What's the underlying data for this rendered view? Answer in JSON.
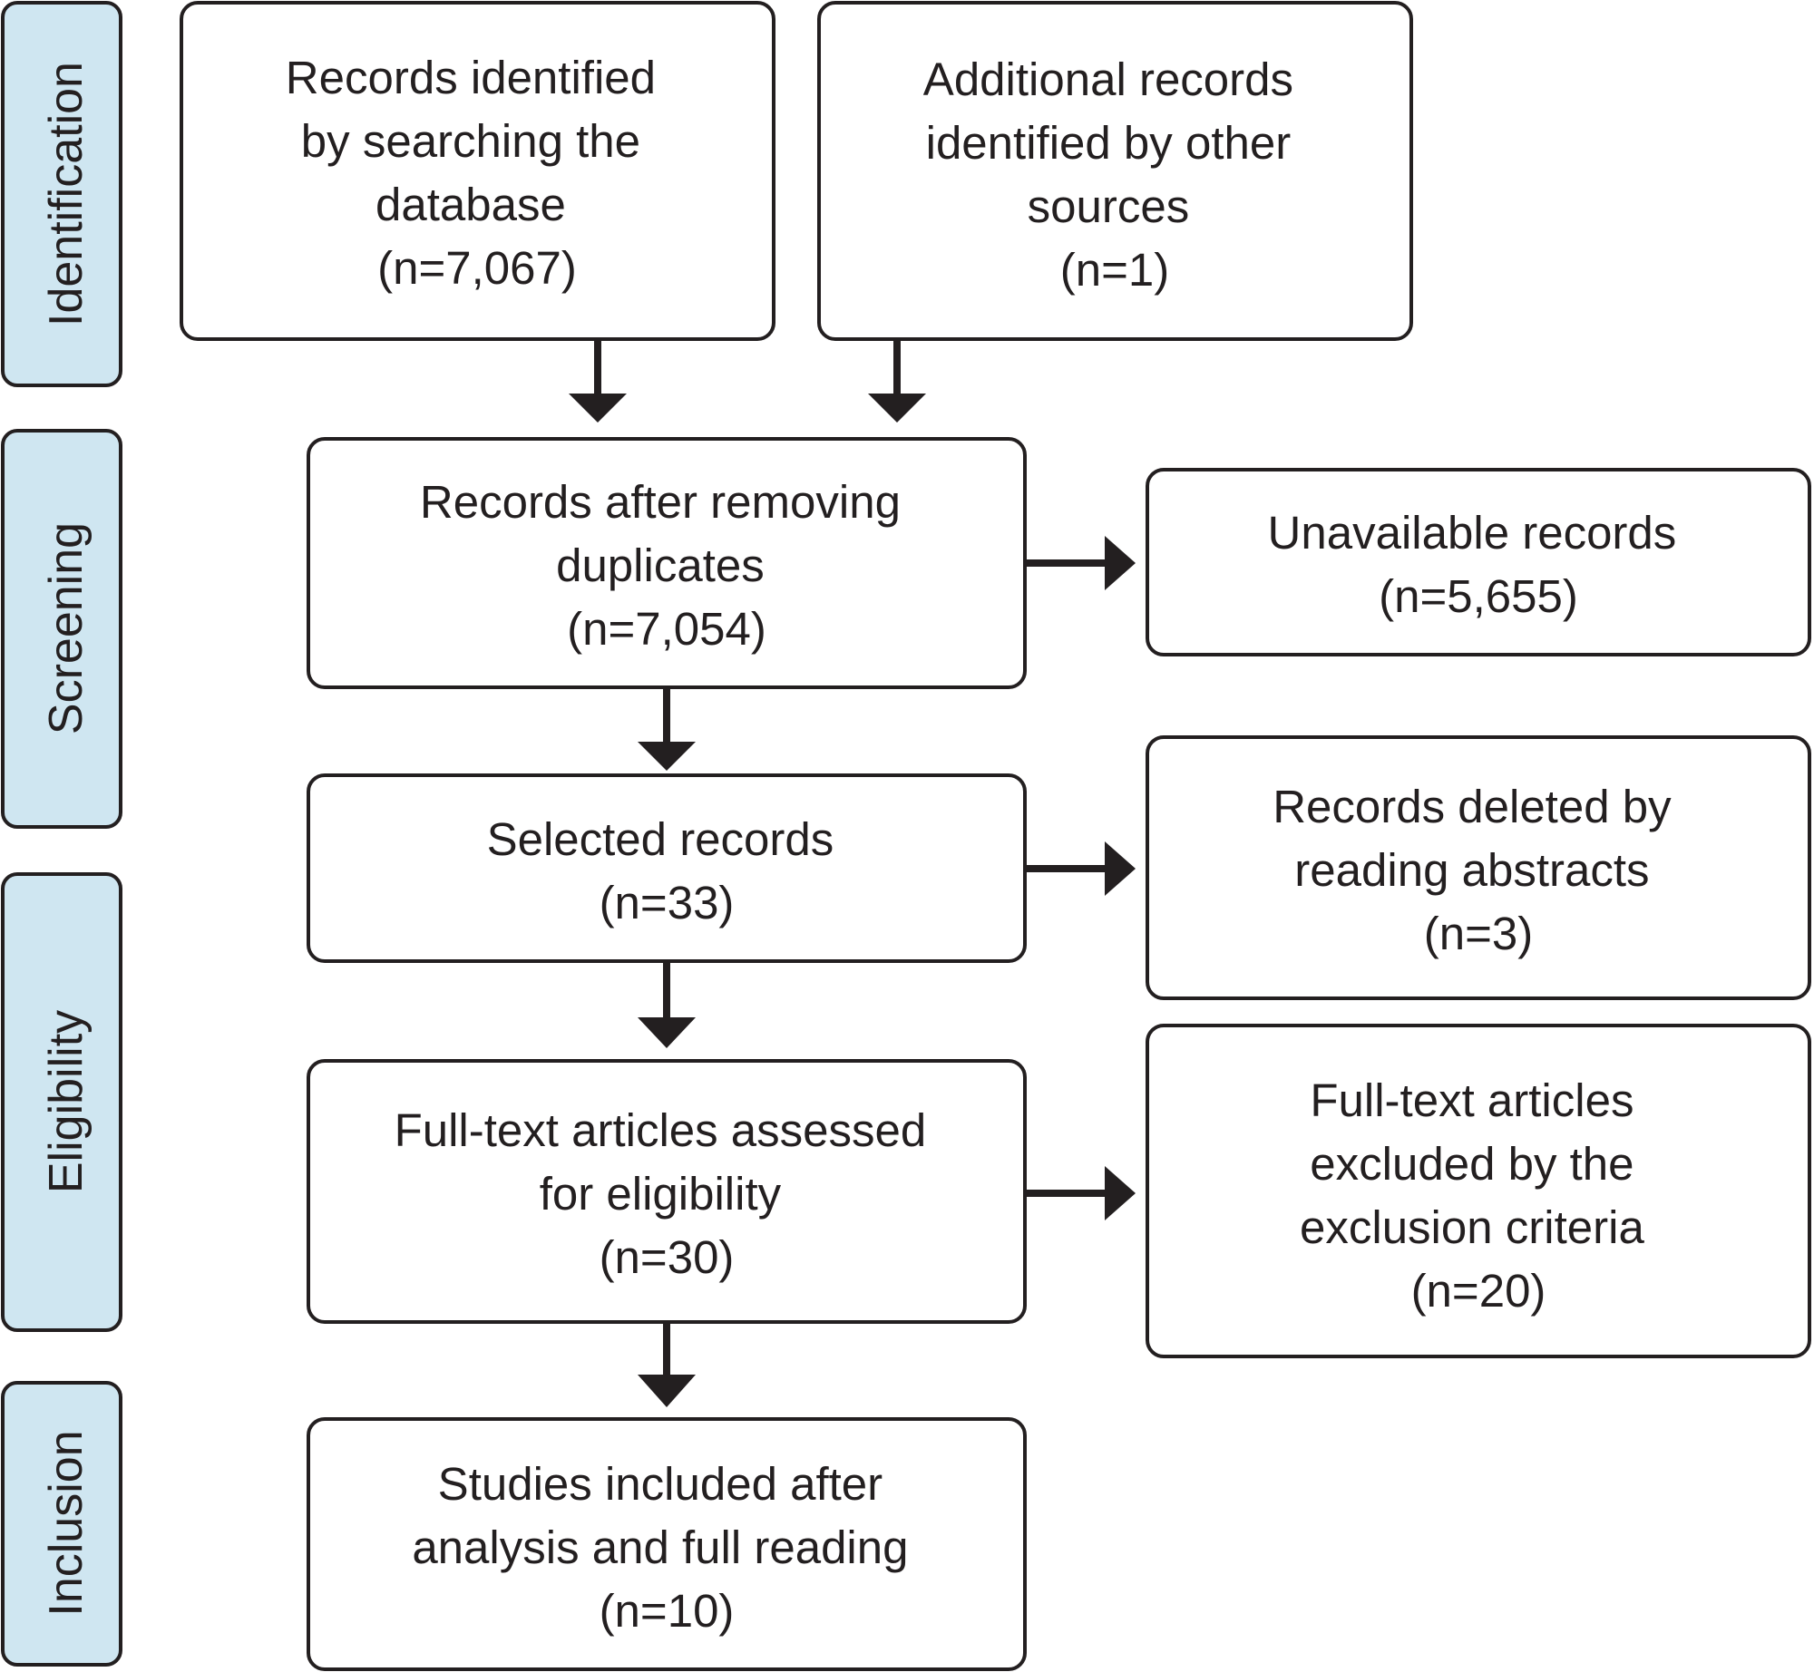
{
  "stages": [
    {
      "id": "identification",
      "label": "Identification"
    },
    {
      "id": "screening",
      "label": "Screening"
    },
    {
      "id": "eligibility",
      "label": "Eligibility"
    },
    {
      "id": "inclusion",
      "label": "Inclusion"
    }
  ],
  "boxes": {
    "database_records": {
      "lines": [
        "Records identified",
        "by searching the",
        "database",
        "(n=7,067)"
      ]
    },
    "other_sources": {
      "lines": [
        "Additional records",
        "identified by other",
        "sources",
        "(n=1)"
      ]
    },
    "after_duplicates": {
      "lines": [
        "Records after removing",
        "duplicates",
        "(n=7,054)"
      ]
    },
    "unavailable": {
      "lines": [
        "Unavailable records",
        "(n=5,655)"
      ]
    },
    "selected": {
      "lines": [
        "Selected records",
        "(n=33)"
      ]
    },
    "deleted_abstracts": {
      "lines": [
        "Records deleted by",
        "reading abstracts",
        "(n=3)"
      ]
    },
    "full_text_assessed": {
      "lines": [
        "Full-text articles assessed",
        "for eligibility",
        "(n=30)"
      ]
    },
    "full_text_excluded": {
      "lines": [
        "Full-text articles",
        "excluded by the",
        "exclusion criteria",
        "(n=20)"
      ]
    },
    "included": {
      "lines": [
        "Studies included after",
        "analysis and full reading",
        "(n=10)"
      ]
    }
  }
}
